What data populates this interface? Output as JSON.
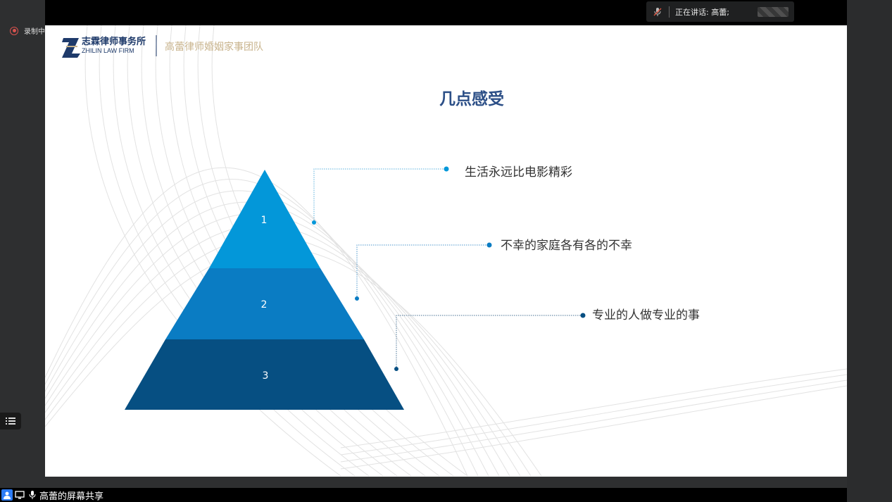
{
  "meeting": {
    "speaker_text": "正在讲话: 高蕾;",
    "recording_label": "录制中",
    "share_label": "高蕾的屏幕共享"
  },
  "slide": {
    "brand_cn": "志霖律师事务所",
    "brand_en": "ZHILIN LAW FIRM",
    "team_name": "高蕾律师婚姻家事团队",
    "title": "几点感受",
    "pyramid": [
      {
        "label": "1",
        "color": "#0397d9"
      },
      {
        "label": "2",
        "color": "#0a7cc3"
      },
      {
        "label": "3",
        "color": "#064f82"
      }
    ],
    "points": [
      {
        "text": "生活永远比电影精彩"
      },
      {
        "text": "不幸的家庭各有各的不幸"
      },
      {
        "text": "专业的人做专业的事"
      }
    ]
  },
  "colors": {
    "title": "#2c4f87",
    "brand": "#1e3a6a",
    "team": "#c8b38c",
    "point_text": "#333333"
  }
}
